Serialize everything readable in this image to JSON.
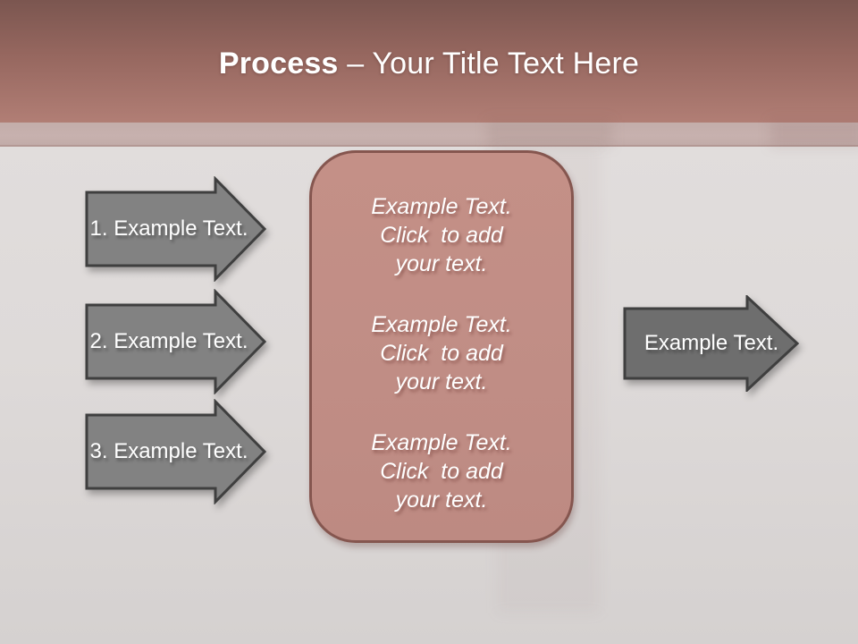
{
  "slide": {
    "header": {
      "title_emphasis": "Process",
      "title_rest": "– Your Title Text Here"
    },
    "steps": [
      {
        "label": "1. Example Text."
      },
      {
        "label": "2. Example Text."
      },
      {
        "label": "3. Example Text."
      }
    ],
    "center_box": {
      "paragraphs": [
        {
          "line1": "Example Text.",
          "line2": "Click  to add",
          "line3": "your text."
        },
        {
          "line1": "Example Text.",
          "line2": "Click  to add",
          "line3": "your text."
        },
        {
          "line1": "Example Text.",
          "line2": "Click  to add",
          "line3": "your text."
        }
      ]
    },
    "result_arrow": {
      "label": "Example Text."
    },
    "colors": {
      "header_gradient_top": "#7b5650",
      "header_gradient_bottom": "#b17e75",
      "header_band": "#c7b1ae",
      "body_bg": "#e0dcdb",
      "box_fill": "#c08d85",
      "box_border": "#85564f",
      "step_arrow_fill": "#828282",
      "result_arrow_fill": "#6e6e6e",
      "arrow_border": "#3f3f3f",
      "text": "#ffffff"
    }
  }
}
